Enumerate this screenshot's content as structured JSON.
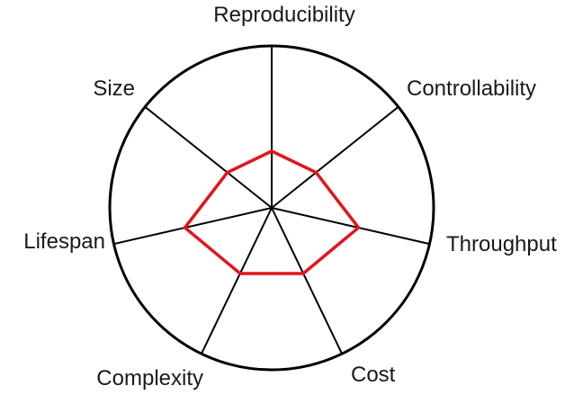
{
  "chart_data": {
    "type": "radar",
    "title": "",
    "axes": [
      "Reproducibility",
      "Controllability",
      "Throughput",
      "Cost",
      "Complexity",
      "Lifespan",
      "Size"
    ],
    "series": [
      {
        "values": [
          0.35,
          0.35,
          0.55,
          0.45,
          0.45,
          0.55,
          0.35
        ],
        "color": "#e0161e"
      }
    ],
    "range": [
      0,
      1
    ],
    "grid": false,
    "colors": {
      "outline": "#000000",
      "spoke": "#000000",
      "series": "#e0161e"
    }
  }
}
